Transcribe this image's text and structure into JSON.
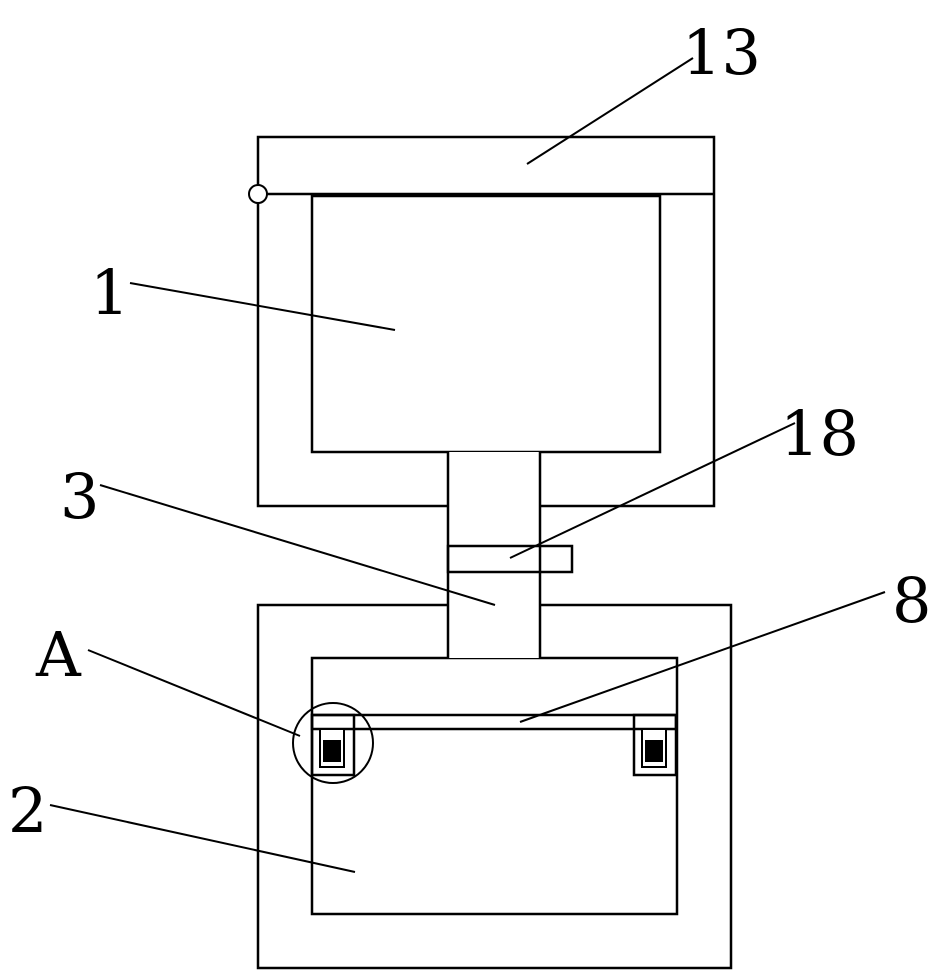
{
  "labels": {
    "l13": "13",
    "l1": "1",
    "l18": "18",
    "l3": "3",
    "l8": "8",
    "lA": "A",
    "l2": "2"
  },
  "colors": {
    "ink": "#000000",
    "paper": "#ffffff"
  }
}
